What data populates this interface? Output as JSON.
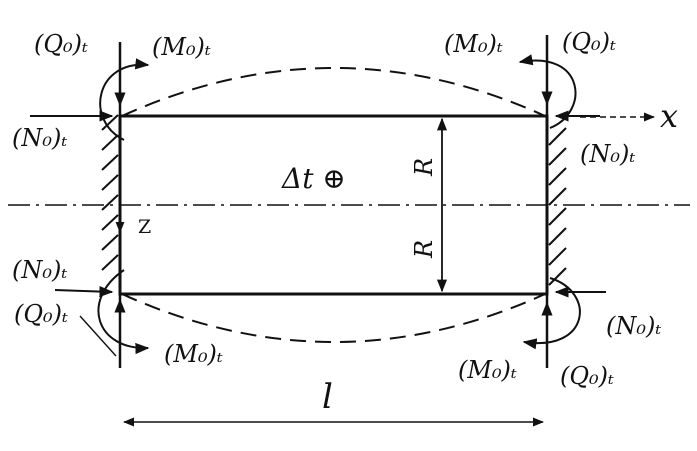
{
  "labels": {
    "q0_tl": "(Q₀)ₜ",
    "m0_tl": "(M₀)ₜ",
    "n0_tl": "(N₀)ₜ",
    "m0_tr": "(M₀)ₜ",
    "q0_tr": "(Q₀)ₜ",
    "n0_tr": "(N₀)ₜ",
    "x_axis": "x",
    "delta_t": "Δt ⊕",
    "r_top": "R",
    "r_bottom": "R",
    "z_axis": "Z",
    "n0_bl": "(N₀)ₜ",
    "q0_bl": "(Q₀)ₜ",
    "m0_bl": "(M₀)ₜ",
    "n0_br": "(N₀)ₜ",
    "m0_br": "(M₀)ₜ",
    "q0_br": "(Q₀)ₜ",
    "length": "l"
  },
  "colors": {
    "ink": "#111111",
    "background": "#ffffff"
  }
}
